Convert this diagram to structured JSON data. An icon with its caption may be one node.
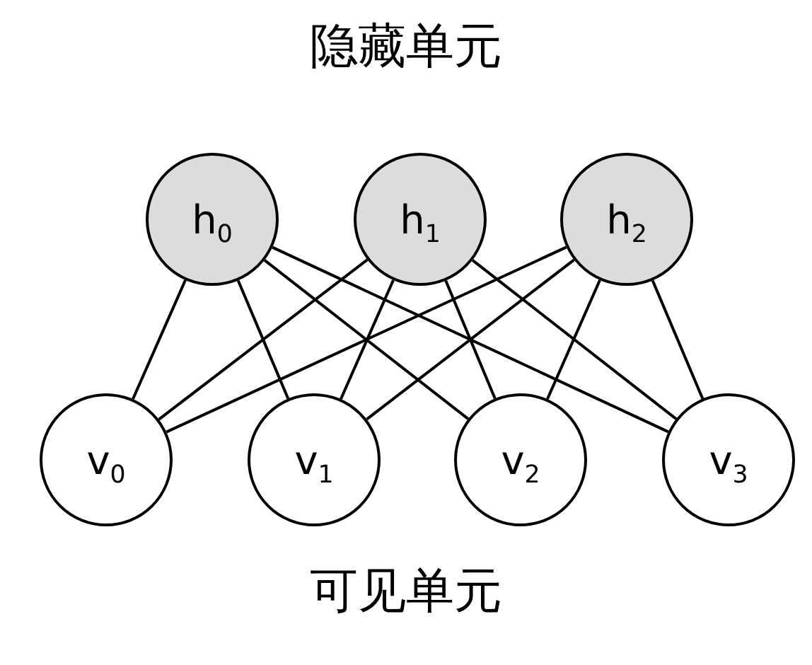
{
  "diagram": {
    "nodes": [
      {
        "text": [
          "h$_{0}$"
        ]
      },
      {
        "text": [
          "h$_{1}$"
        ]
      },
      {
        "text": [
          "h$_{2}$"
        ]
      },
      {
        "text": [
          "v$_{0}$"
        ]
      },
      {
        "text": [
          "v$_{1}$"
        ]
      },
      {
        "text": [
          "v$_{2}$"
        ]
      },
      {
        "text": [
          "v$_{3}$"
        ]
      }
    ],
    "edges": [
      {
        "from": 0,
        "to": 3,
        "arrow": "none"
      },
      {
        "from": 0,
        "to": 4,
        "arrow": "none"
      },
      {
        "from": 0,
        "to": 5,
        "arrow": "none"
      },
      {
        "from": 0,
        "to": 6,
        "arrow": "none"
      },
      {
        "from": 1,
        "to": 3,
        "arrow": "none"
      },
      {
        "from": 1,
        "to": 4,
        "arrow": "none"
      },
      {
        "from": 1,
        "to": 5,
        "arrow": "none"
      },
      {
        "from": 1,
        "to": 6,
        "arrow": "none"
      },
      {
        "from": 2,
        "to": 3,
        "arrow": "none"
      },
      {
        "from": 2,
        "to": 4,
        "arrow": "none"
      },
      {
        "from": 2,
        "to": 5,
        "arrow": "none"
      },
      {
        "from": 2,
        "to": 6,
        "arrow": "none"
      }
    ],
    "labels": [
      "隐藏单元",
      "可见单元"
    ]
  }
}
